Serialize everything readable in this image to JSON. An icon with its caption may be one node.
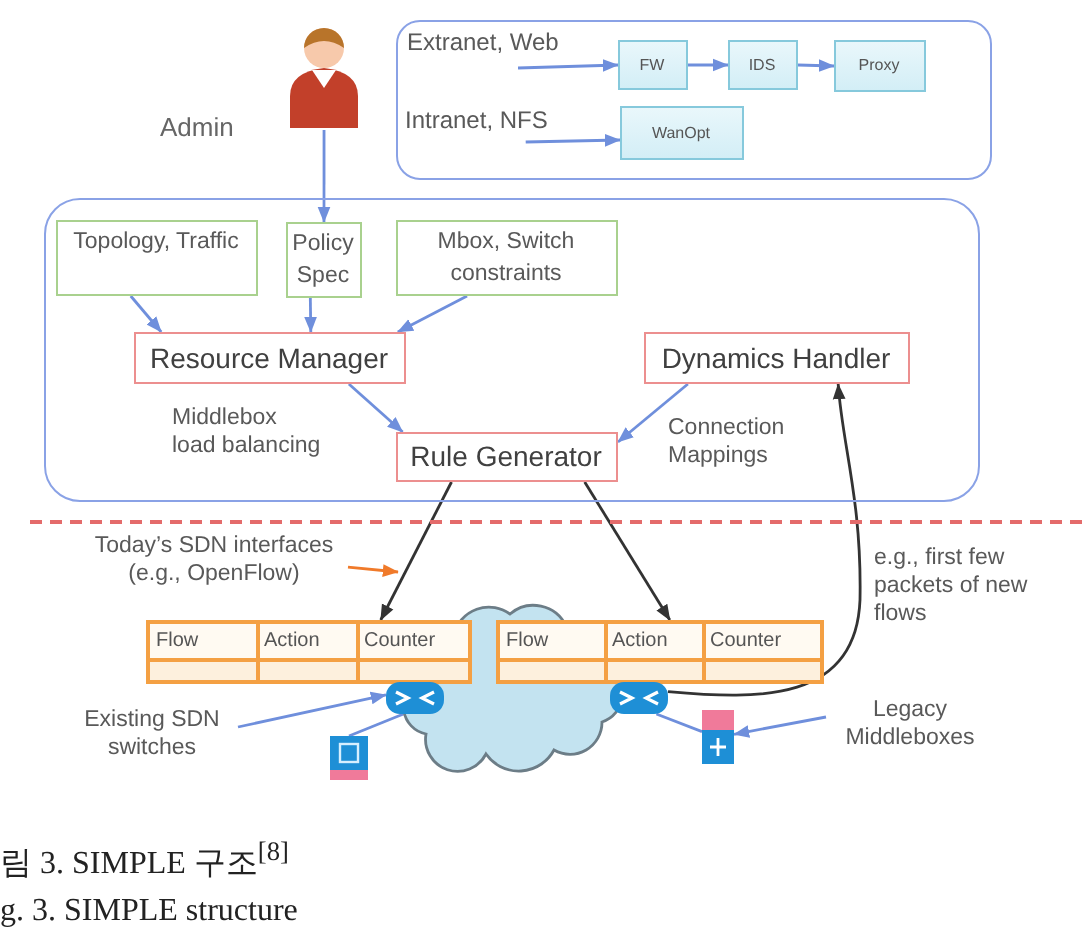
{
  "diagram": {
    "caption": "림 3. SIMPLE 구조$^{[8]}$",
    "nodes": [
      {
        "text": [],
        "shape": "person",
        "beside": [
          "Admin"
        ]
      },
      {
        "text": [],
        "shape": "box"
      },
      {
        "text": [
          "Extranet, Web"
        ],
        "in": 1
      },
      {
        "text": [
          "FW"
        ],
        "in": 1
      },
      {
        "text": [
          "IDS"
        ],
        "in": 1
      },
      {
        "text": [
          "Proxy"
        ],
        "in": 1
      },
      {
        "text": [
          "Intranet, NFS"
        ],
        "in": 1
      },
      {
        "text": [
          "WanOpt"
        ],
        "in": 1
      },
      {
        "text": [],
        "shape": "box"
      },
      {
        "text": [
          "Topology, Traffic"
        ],
        "in": 8
      },
      {
        "text": [
          "Policy Spec"
        ],
        "in": 8
      },
      {
        "text": [
          "Mbox, Switch constraints"
        ],
        "in": 8
      },
      {
        "text": [
          "Resource Manager"
        ],
        "in": 8
      },
      {
        "text": [
          "Dynamics Handler"
        ],
        "in": 8
      },
      {
        "text": [
          "Rule Generator"
        ],
        "in": 8
      },
      {
        "text": [
          "Today’s SDN interfaces (e.g., OpenFlow)"
        ]
      },
      {
        "text": [
          "Flow",
          "Action",
          "Counter"
        ]
      },
      {
        "text": [
          "Flow",
          "Action",
          "Counter"
        ]
      },
      {
        "text": [],
        "shape": "cloud"
      },
      {
        "text": [],
        "shape": "picture"
      },
      {
        "text": [],
        "shape": "picture"
      },
      {
        "text": [
          "Existing SDN switches"
        ]
      },
      {
        "text": [],
        "shape": "picture"
      },
      {
        "text": [],
        "shape": "picture"
      },
      {
        "text": [
          "Legacy Middleboxes"
        ]
      }
    ],
    "edges": [
      {
        "from": 0,
        "to": 10,
        "arrow": "to"
      },
      {
        "from": 2,
        "to": 3,
        "arrow": "to"
      },
      {
        "from": 3,
        "to": 4,
        "arrow": "to"
      },
      {
        "from": 4,
        "to": 5,
        "arrow": "to"
      },
      {
        "from": 6,
        "to": 7,
        "arrow": "to"
      },
      {
        "from": 9,
        "to": 12,
        "arrow": "to"
      },
      {
        "from": 10,
        "to": 12,
        "arrow": "to"
      },
      {
        "from": 11,
        "to": 12,
        "arrow": "to"
      },
      {
        "from": 12,
        "to": 14,
        "arrow": "to",
        "label": "Middlebox load balancing"
      },
      {
        "from": 13,
        "to": 14,
        "arrow": "to",
        "label": "Connection Mappings"
      },
      {
        "from": 14,
        "to": 16,
        "arrow": "to",
        "color": "#333333"
      },
      {
        "from": 14,
        "to": 17,
        "arrow": "to",
        "color": "#333333"
      },
      {
        "from": 15,
        "to": null,
        "arrow": "to",
        "color": "#f07a2a"
      },
      {
        "from": 20,
        "to": 13,
        "arrow": "to",
        "color": "#333333",
        "label": "e.g., first few packets of new flows"
      },
      {
        "from": 21,
        "to": 19,
        "arrow": "to"
      },
      {
        "from": 19,
        "to": 22,
        "arrow": "none"
      },
      {
        "from": 20,
        "to": 23,
        "arrow": "none"
      },
      {
        "from": 24,
        "to": 23,
        "arrow": "to"
      }
    ],
    "labels": [
      "g. 3. SIMPLE structure"
    ]
  }
}
